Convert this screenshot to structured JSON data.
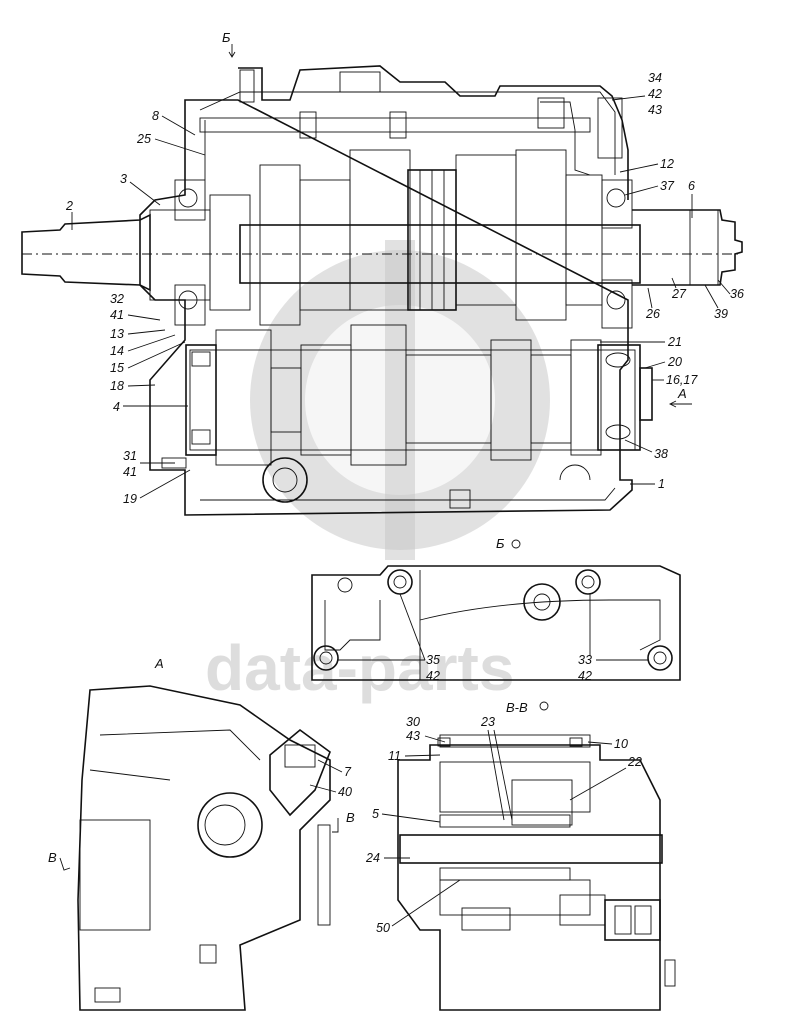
{
  "watermark": {
    "text": "data-parts"
  },
  "views": {
    "section_b": "Б",
    "view_b": "Б",
    "view_a": "А",
    "view_vv": "В-В",
    "arrow_a": "А",
    "cut_v_left": "В",
    "cut_v_right": "В"
  },
  "callouts": {
    "c34": "34",
    "c42a": "42",
    "c43a": "43",
    "c8": "8",
    "c25": "25",
    "c12": "12",
    "c37": "37",
    "c6": "6",
    "c3": "3",
    "c2": "2",
    "c32": "32",
    "c41a": "41",
    "c13": "13",
    "c14": "14",
    "c15": "15",
    "c18": "18",
    "c4": "4",
    "c31": "31",
    "c41b": "41",
    "c19": "19",
    "c36": "36",
    "c39": "39",
    "c26": "26",
    "c27": "27",
    "c21": "21",
    "c20": "20",
    "c16_17": "16,17",
    "c38": "38",
    "c1": "1",
    "c35": "35",
    "c42b": "42",
    "c33": "33",
    "c42c": "42",
    "c7": "7",
    "c40": "40",
    "c30": "30",
    "c43b": "43",
    "c23": "23",
    "c10": "10",
    "c11": "11",
    "c22": "22",
    "c5": "5",
    "c24": "24",
    "c50": "50"
  }
}
